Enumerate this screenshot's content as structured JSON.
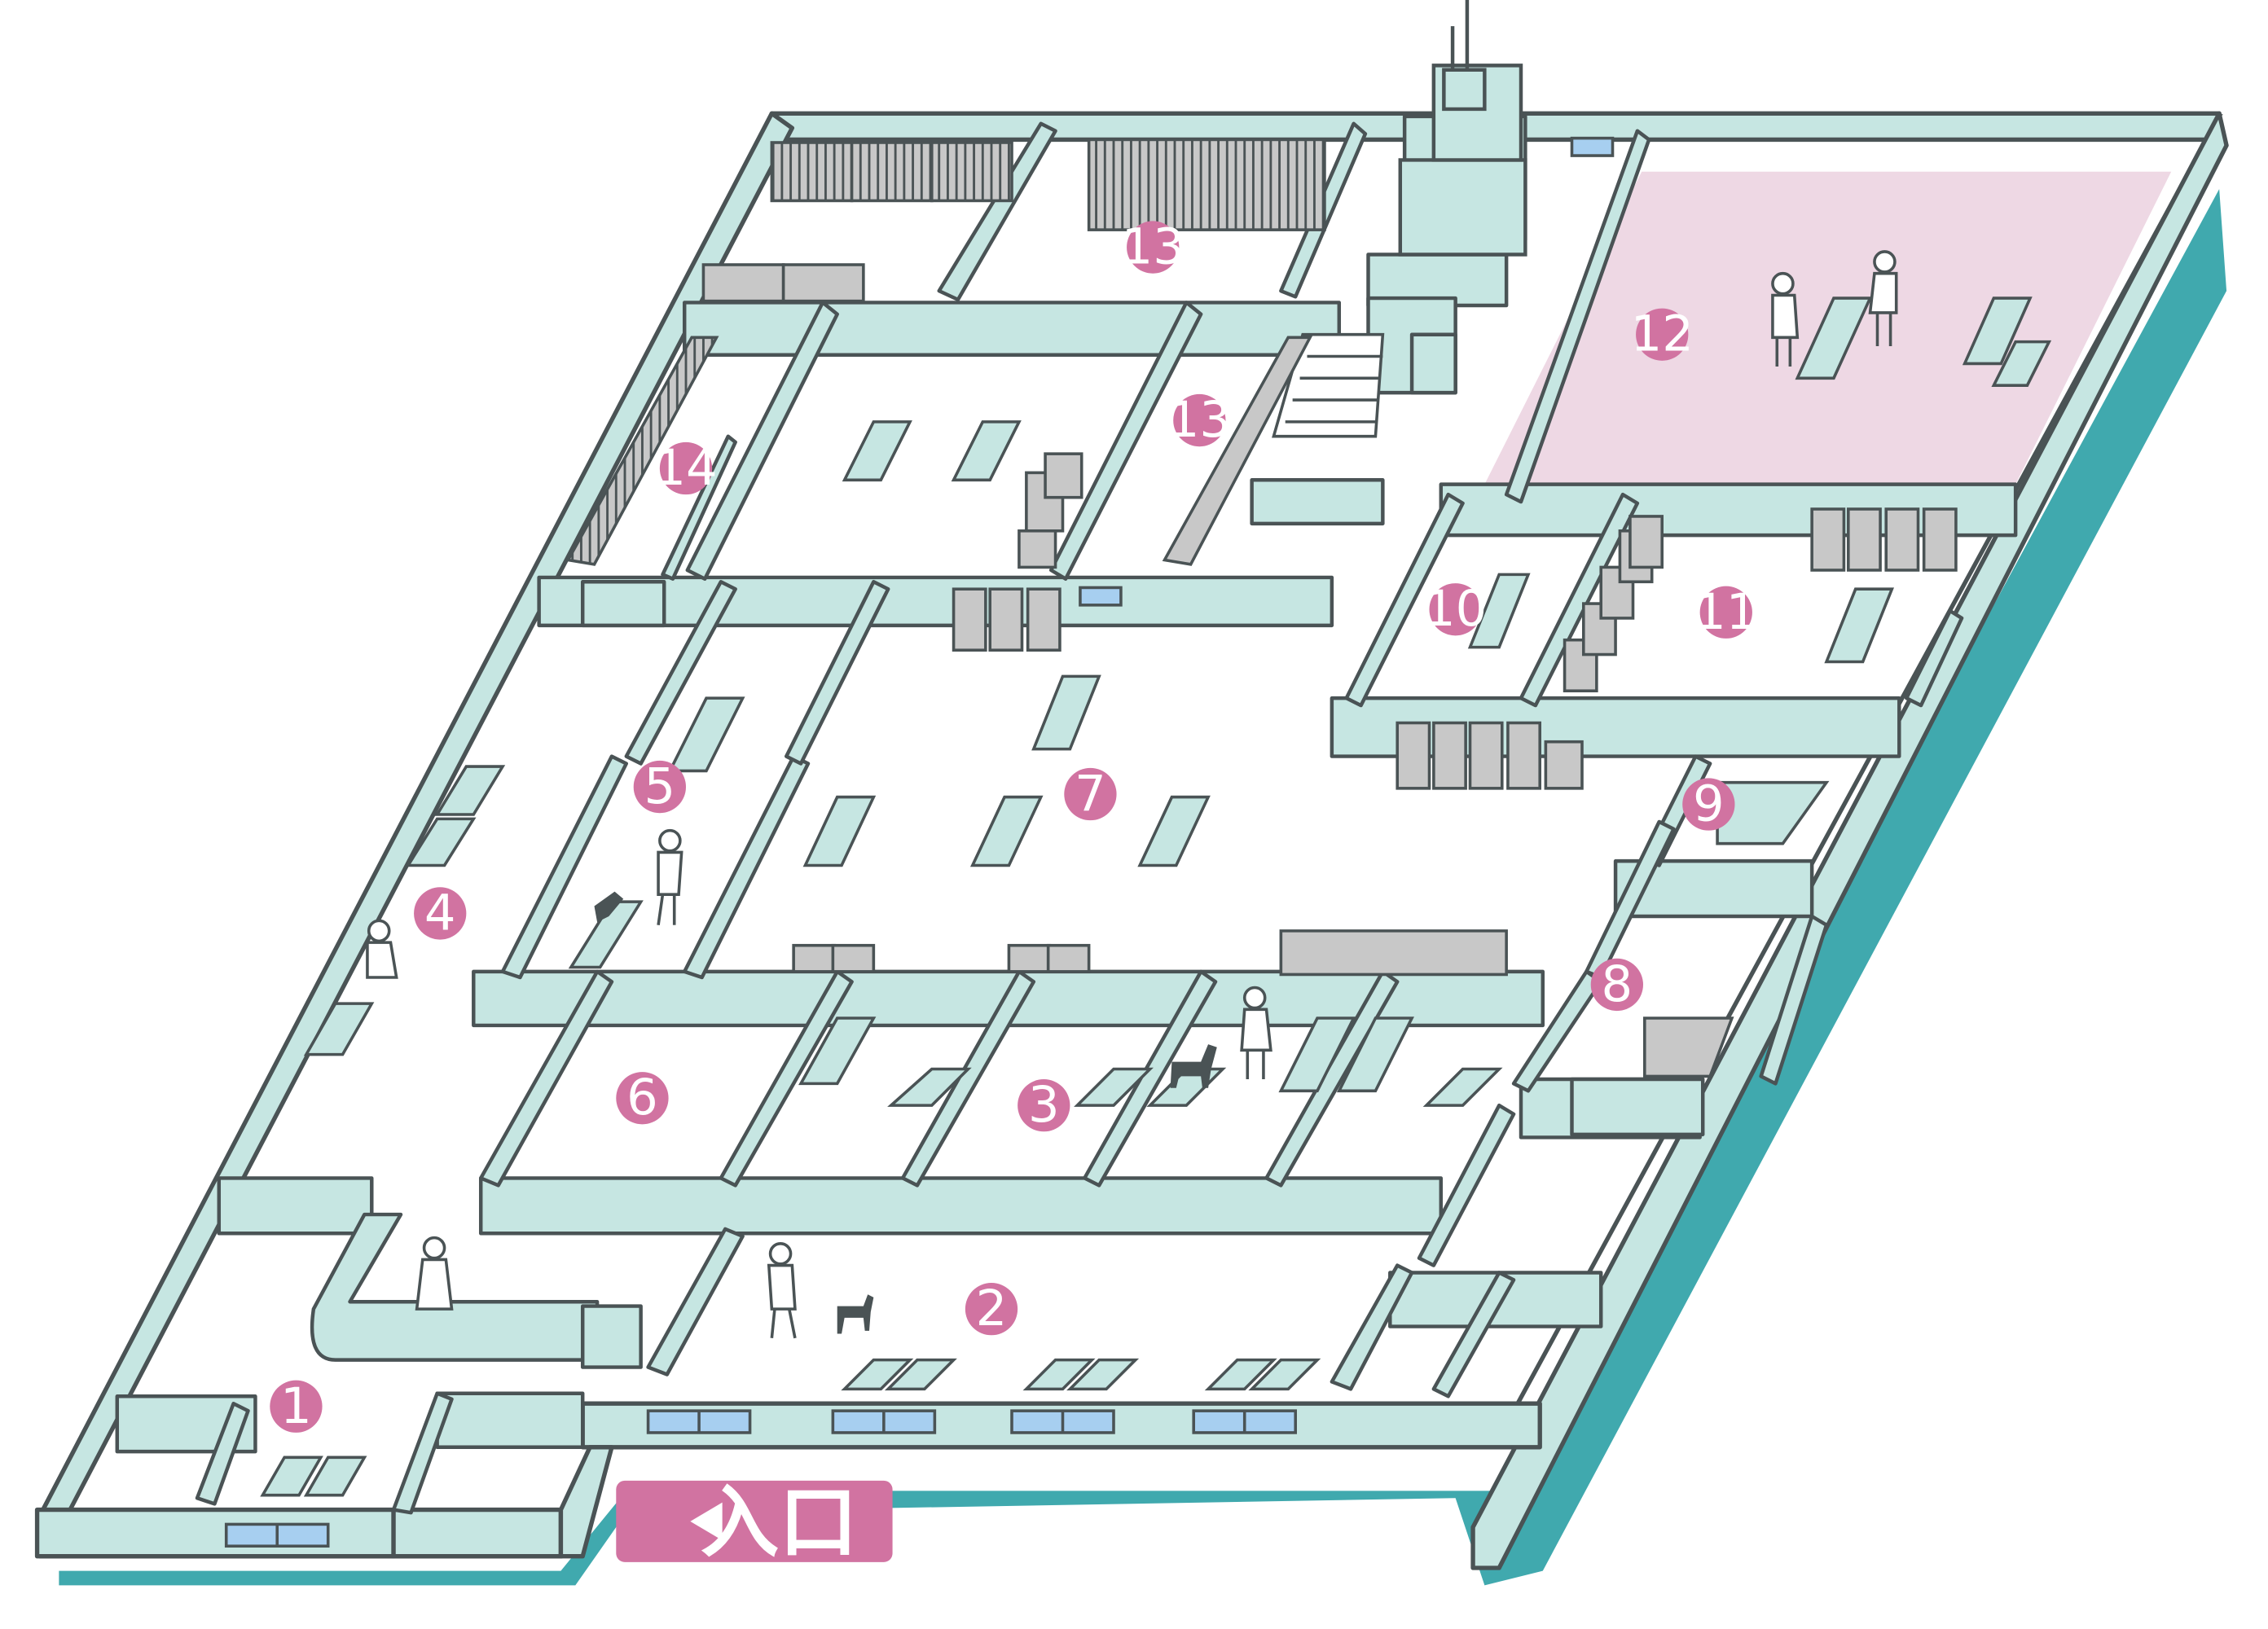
{
  "colors": {
    "wall_fill": "#c6e6e2",
    "wall_stroke": "#4a5355",
    "floor": "#ffffff",
    "shadow": "#1f9aa0",
    "highlight_room": "#eed8e4",
    "marker": "#d173a1",
    "equipment": "#c8c8c8",
    "window": "#a7cff0"
  },
  "markers": [
    {
      "id": "1",
      "label": "1"
    },
    {
      "id": "2",
      "label": "2"
    },
    {
      "id": "3",
      "label": "3"
    },
    {
      "id": "4",
      "label": "4"
    },
    {
      "id": "5",
      "label": "5"
    },
    {
      "id": "6",
      "label": "6"
    },
    {
      "id": "7",
      "label": "7"
    },
    {
      "id": "8",
      "label": "8"
    },
    {
      "id": "9",
      "label": "9"
    },
    {
      "id": "10",
      "label": "10"
    },
    {
      "id": "11",
      "label": "11"
    },
    {
      "id": "12",
      "label": "12"
    },
    {
      "id": "13a",
      "label": "13"
    },
    {
      "id": "13b",
      "label": "13"
    },
    {
      "id": "14",
      "label": "14"
    }
  ],
  "entrance": {
    "arrow_icon": "triangle-left-icon",
    "label": "入口"
  }
}
